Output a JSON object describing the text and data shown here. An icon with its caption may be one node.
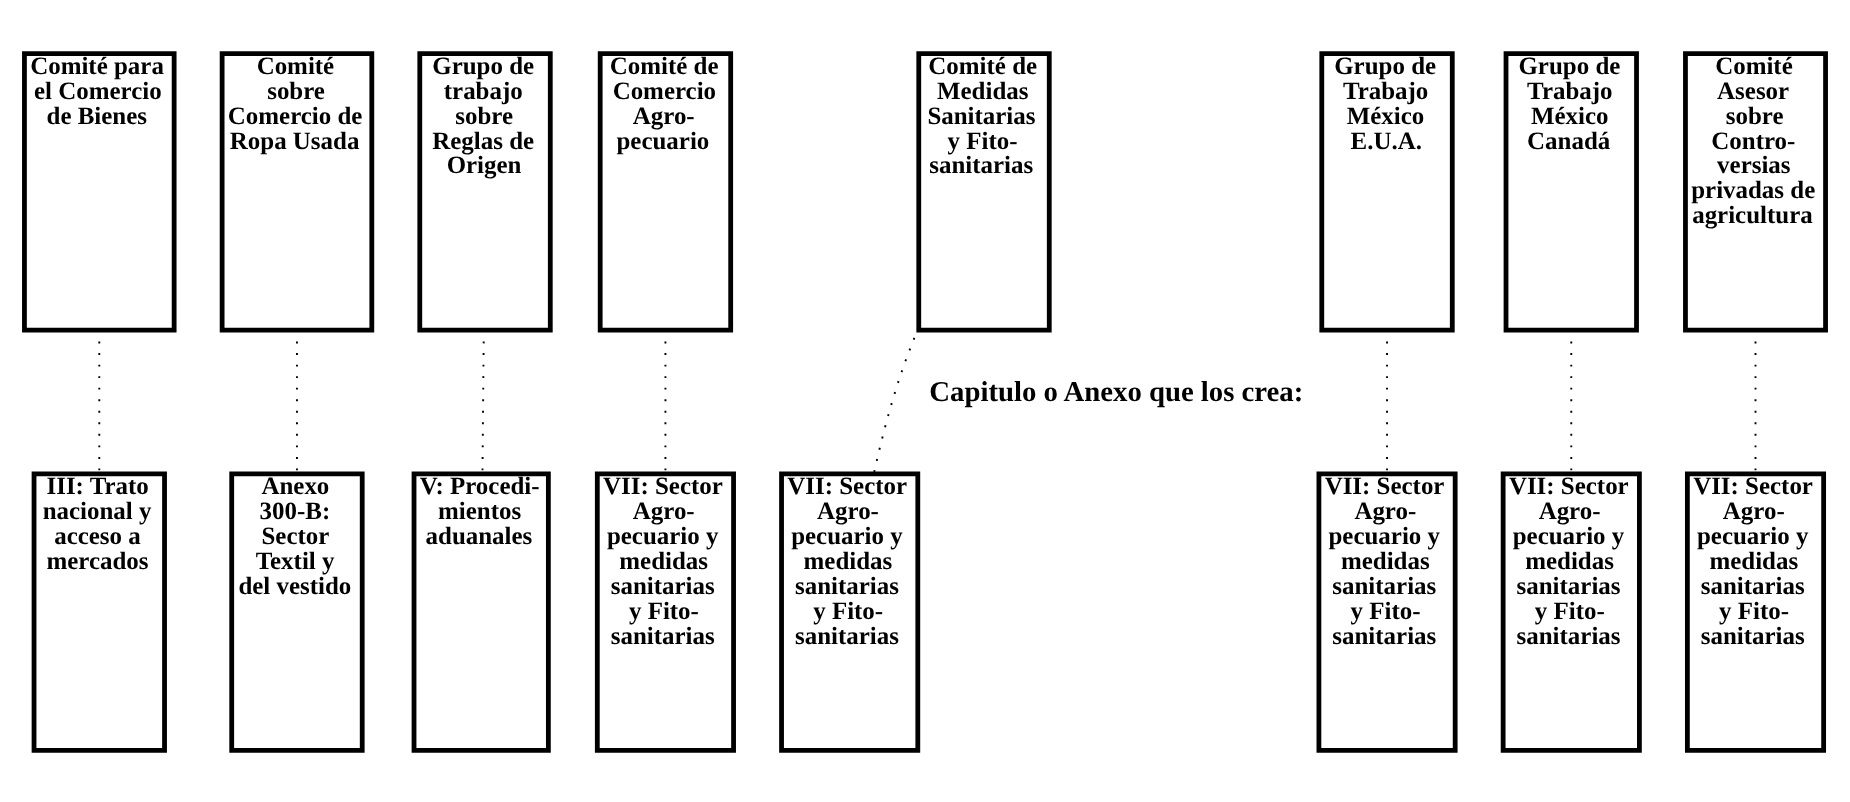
{
  "diagram": {
    "nodes": [
      {
        "text": [
          "Comité para el Comercio de Bienes"
        ]
      },
      {
        "text": [
          "Comité sobre Comercio de Ropa Usada"
        ]
      },
      {
        "text": [
          "Grupo de trabajo sobre Reglas de Origen"
        ]
      },
      {
        "text": [
          "Comité de Comercio Agro- pecuario"
        ]
      },
      {
        "text": [
          "Comité de Medidas Sanitarias y Fito- sanitarias"
        ]
      },
      {
        "text": [
          "Grupo de Trabajo México E.U.A."
        ]
      },
      {
        "text": [
          "Grupo de Trabajo México Canadá"
        ]
      },
      {
        "text": [
          "Comité Asesor sobre Contro- versias privadas de agricultura"
        ]
      },
      {
        "text": [
          "III: Trato nacional y acceso a mercados"
        ]
      },
      {
        "text": [
          "Anexo 300-B: Sector Textil y del vestido"
        ]
      },
      {
        "text": [
          "V: Procedi- mientos aduanales"
        ]
      },
      {
        "text": [
          "VII: Sector Agro- pecuario y medidas sanitarias y Fito- sanitarias"
        ]
      },
      {
        "text": [
          "VII: Sector Agro- pecuario y medidas sanitarias y Fito- sanitarias"
        ]
      },
      {
        "text": [
          "VII: Sector Agro- pecuario y medidas sanitarias y Fito- sanitarias"
        ]
      },
      {
        "text": [
          "VII: Sector Agro- pecuario y medidas sanitarias y Fito- sanitarias"
        ]
      },
      {
        "text": [
          "VII: Sector Agro- pecuario y medidas sanitarias y Fito- sanitarias"
        ]
      }
    ],
    "edges": [
      {
        "from": 0,
        "to": 8,
        "arrow": "none",
        "style": "dashed"
      },
      {
        "from": 1,
        "to": 9,
        "arrow": "none",
        "style": "dashed"
      },
      {
        "from": 2,
        "to": 10,
        "arrow": "none",
        "style": "dashed"
      },
      {
        "from": 3,
        "to": 11,
        "arrow": "none",
        "style": "dashed"
      },
      {
        "from": 4,
        "to": 12,
        "arrow": "none",
        "style": "dashed"
      },
      {
        "from": 5,
        "to": 13,
        "arrow": "none",
        "style": "dashed"
      },
      {
        "from": 6,
        "to": 14,
        "arrow": "none",
        "style": "dashed"
      },
      {
        "from": 7,
        "to": 15,
        "arrow": "none",
        "style": "dashed"
      }
    ],
    "labels": [
      "Capitulo o Anexo que los crea:"
    ]
  }
}
